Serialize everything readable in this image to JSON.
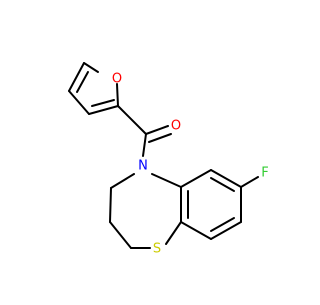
{
  "molecule": {
    "atoms": {
      "O_furan": {
        "symbol": "O",
        "color": "#ff0000"
      },
      "O_carbonyl": {
        "symbol": "O",
        "color": "#ff0000"
      },
      "N": {
        "symbol": "N",
        "color": "#0000ff"
      },
      "F": {
        "symbol": "F",
        "color": "#33cc33"
      },
      "S": {
        "symbol": "S",
        "color": "#cccc00"
      }
    },
    "bond_color": "#000000",
    "background": "#ffffff"
  }
}
